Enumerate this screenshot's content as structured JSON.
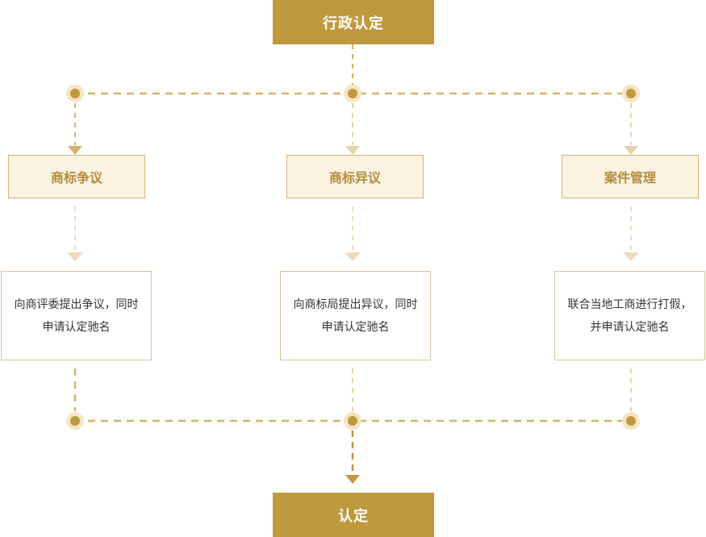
{
  "top": {
    "label": "行政认定"
  },
  "categories": [
    {
      "label": "商标争议"
    },
    {
      "label": "商标异议"
    },
    {
      "label": "案件管理"
    }
  ],
  "descriptions": [
    {
      "text": "向商评委提出争议，同时申请认定驰名"
    },
    {
      "text": "向商标局提出异议，同时申请认定驰名"
    },
    {
      "text": "联合当地工商进行打假，并申请认定驰名"
    }
  ],
  "bottom": {
    "label": "认定"
  },
  "colors": {
    "gold": "#c0983e",
    "light_gold": "#e6d3aa",
    "category_bg": "#fbf2e2",
    "category_text": "#b48c3a",
    "desc_text": "#333333"
  }
}
